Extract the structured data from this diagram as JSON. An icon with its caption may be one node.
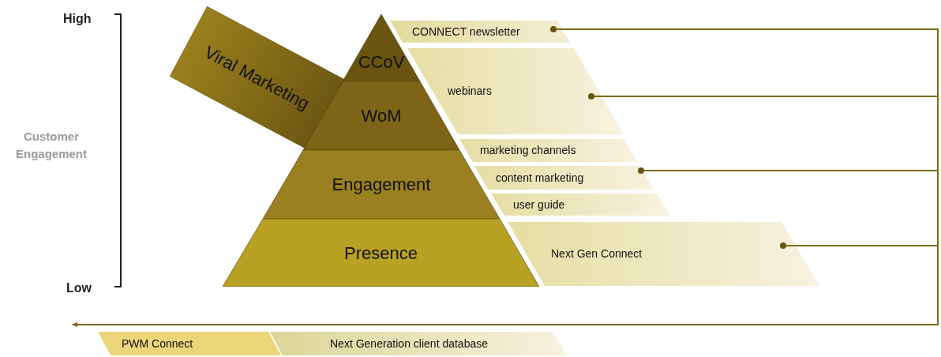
{
  "diagram": {
    "nodes": [
      {
        "text": [
          "Viral Marketing"
        ]
      },
      {
        "text": [
          "CCoV"
        ]
      },
      {
        "text": [
          "WoM"
        ]
      },
      {
        "text": [
          "Engagement"
        ]
      },
      {
        "text": [
          "Presence"
        ]
      },
      {
        "text": [
          "CONNECT newsletter"
        ]
      },
      {
        "text": [
          "webinars"
        ]
      },
      {
        "text": [
          "marketing channels"
        ]
      },
      {
        "text": [
          "content marketing"
        ]
      },
      {
        "text": [
          "user guide"
        ]
      },
      {
        "text": [
          "Next Gen Connect"
        ]
      },
      {
        "text": [
          "PWM Connect"
        ]
      },
      {
        "text": [
          "Next Generation client database"
        ]
      }
    ],
    "edges": [
      {
        "from": 5,
        "to": null,
        "arrow": "to"
      },
      {
        "from": 6,
        "to": null,
        "arrow": "to"
      },
      {
        "from": 8,
        "to": null,
        "arrow": "to"
      },
      {
        "from": 10,
        "to": null,
        "arrow": "to"
      }
    ],
    "labels": [
      "High",
      "Customer Engagement",
      "Low"
    ]
  }
}
